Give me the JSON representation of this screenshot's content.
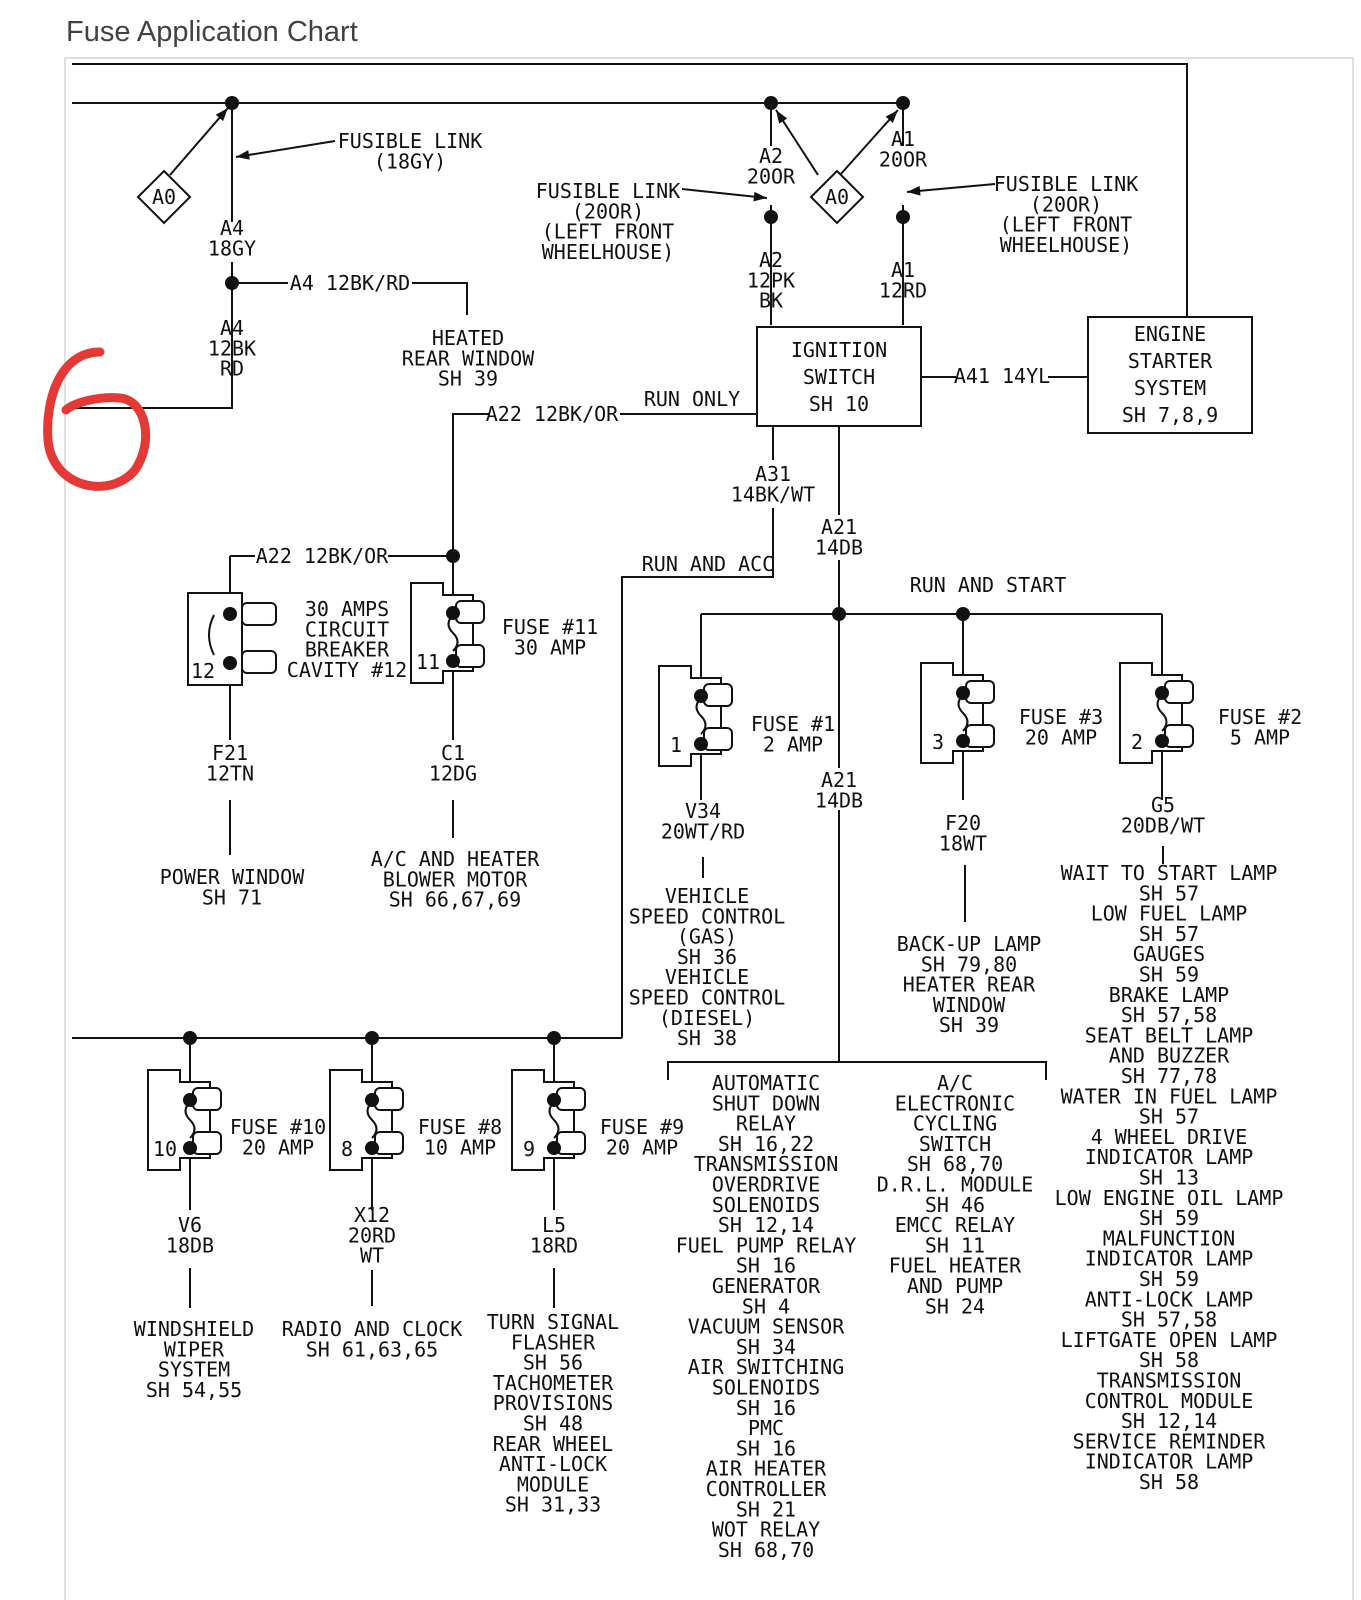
{
  "header": {
    "title": "Fuse Application Chart"
  },
  "colors": {
    "annotation": "#e53935",
    "ink": "#111111",
    "frame": "#e0e0e0"
  },
  "top": {
    "fusible_link_1": [
      "FUSIBLE LINK",
      "(18GY)"
    ],
    "fusible_link_2": [
      "FUSIBLE LINK",
      "(20OR)",
      "(LEFT FRONT",
      "WHEELHOUSE)"
    ],
    "fusible_link_3": [
      "FUSIBLE LINK",
      "(20OR)",
      "(LEFT FRONT",
      "WHEELHOUSE)"
    ],
    "a0": "A0",
    "a4_18gy": [
      "A4",
      "18GY"
    ],
    "a4_12bk_rd_label": "A4 12BK/RD",
    "a4_12bk_rd": [
      "A4",
      "12BK",
      "RD"
    ],
    "heated_rear_window": [
      "HEATED",
      "REAR WINDOW",
      "SH 39"
    ],
    "a2_20or": [
      "A2",
      "20OR"
    ],
    "a1_20or": [
      "A1",
      "20OR"
    ],
    "a2_12pk": [
      "A2",
      "12PK",
      "BK"
    ],
    "a1_12rd": [
      "A1",
      "12RD"
    ]
  },
  "ignition": {
    "box": [
      "IGNITION",
      "SWITCH",
      "SH 10"
    ],
    "run_only": "RUN ONLY",
    "a22_label": "A22 12BK/OR",
    "a41_label": "A41 14YL",
    "a31": [
      "A31",
      "14BK/WT"
    ],
    "a21": [
      "A21",
      "14DB"
    ],
    "run_and_acc": "RUN AND ACC",
    "run_and_start": "RUN AND START"
  },
  "engine_starter": [
    "ENGINE",
    "STARTER",
    "SYSTEM",
    "SH 7,8,9"
  ],
  "mid_left": {
    "a22_label": "A22 12BK/OR",
    "cb": {
      "num": "12",
      "label": [
        "30 AMPS",
        "CIRCUIT",
        "BREAKER",
        "CAVITY #12"
      ],
      "wire": [
        "F21",
        "12TN"
      ],
      "dest": [
        "POWER WINDOW",
        "SH 71"
      ]
    },
    "fuse11": {
      "num": "11",
      "label": [
        "FUSE #11",
        "30 AMP"
      ],
      "wire": [
        "C1",
        "12DG"
      ],
      "dest": [
        "A/C AND HEATER",
        "BLOWER MOTOR",
        "SH 66,67,69"
      ]
    }
  },
  "mid_right": {
    "fuse1": {
      "num": "1",
      "label": [
        "FUSE #1",
        "2 AMP"
      ],
      "wire": [
        "V34",
        "20WT/RD"
      ],
      "dest": [
        "VEHICLE",
        "SPEED CONTROL",
        "(GAS)",
        "SH 36",
        "VEHICLE",
        "SPEED CONTROL",
        "(DIESEL)",
        "SH 38"
      ]
    },
    "fuse3": {
      "num": "3",
      "label": [
        "FUSE #3",
        "20 AMP"
      ],
      "wire": [
        "F20",
        "18WT"
      ],
      "dest": [
        "BACK-UP LAMP",
        "SH 79,80",
        "HEATER REAR",
        "WINDOW",
        "SH 39"
      ]
    },
    "fuse2": {
      "num": "2",
      "label": [
        "FUSE #2",
        "5 AMP"
      ],
      "wire": [
        "G5",
        "20DB/WT"
      ],
      "dest": [
        "WAIT TO START LAMP",
        "SH 57",
        "LOW FUEL LAMP",
        "SH 57",
        "GAUGES",
        "SH 59",
        "BRAKE LAMP",
        "SH 57,58",
        "SEAT BELT LAMP",
        "AND BUZZER",
        "SH 77,78",
        "WATER IN FUEL LAMP",
        "SH 57",
        "4 WHEEL DRIVE",
        "INDICATOR LAMP",
        "SH 13",
        "LOW ENGINE OIL LAMP",
        "SH 59",
        "MALFUNCTION",
        "INDICATOR LAMP",
        "SH 59",
        "ANTI-LOCK LAMP",
        "SH 57,58",
        "LIFTGATE OPEN LAMP",
        "SH 58",
        "TRANSMISSION",
        "CONTROL MODULE",
        "SH 12,14",
        "SERVICE REMINDER",
        "INDICATOR LAMP",
        "SH 58"
      ]
    },
    "a21_lower": [
      "A21",
      "14DB"
    ],
    "a21_dest_left": [
      "AUTOMATIC",
      "SHUT DOWN",
      "RELAY",
      "SH 16,22",
      "TRANSMISSION",
      "OVERDRIVE",
      "SOLENOIDS",
      "SH 12,14",
      "FUEL PUMP RELAY",
      "SH 16",
      "GENERATOR",
      "SH 4",
      "VACUUM SENSOR",
      "SH 34",
      "AIR SWITCHING",
      "SOLENOIDS",
      "SH 16",
      "PMC",
      "SH 16",
      "AIR HEATER",
      "CONTROLLER",
      "SH 21",
      "WOT RELAY",
      "SH 68,70"
    ],
    "a21_dest_right": [
      "A/C",
      "ELECTRONIC",
      "CYCLING",
      "SWITCH",
      "SH 68,70",
      "D.R.L. MODULE",
      "SH 46",
      "EMCC RELAY",
      "SH 11",
      "FUEL HEATER",
      "AND PUMP",
      "SH 24"
    ]
  },
  "bottom": {
    "fuse10": {
      "num": "10",
      "label": [
        "FUSE #10",
        "20 AMP"
      ],
      "wire": [
        "V6",
        "18DB"
      ],
      "dest": [
        "WINDSHIELD",
        "WIPER",
        "SYSTEM",
        "SH 54,55"
      ]
    },
    "fuse8": {
      "num": "8",
      "label": [
        "FUSE #8",
        "10 AMP"
      ],
      "wire": [
        "X12",
        "20RD",
        "WT"
      ],
      "dest": [
        "RADIO AND CLOCK",
        "SH 61,63,65"
      ]
    },
    "fuse9": {
      "num": "9",
      "label": [
        "FUSE #9",
        "20 AMP"
      ],
      "wire": [
        "L5",
        "18RD"
      ],
      "dest": [
        "TURN SIGNAL",
        "FLASHER",
        "SH 56",
        "TACHOMETER",
        "PROVISIONS",
        "SH 48",
        "REAR WHEEL",
        "ANTI-LOCK",
        "MODULE",
        "SH 31,33"
      ]
    }
  }
}
